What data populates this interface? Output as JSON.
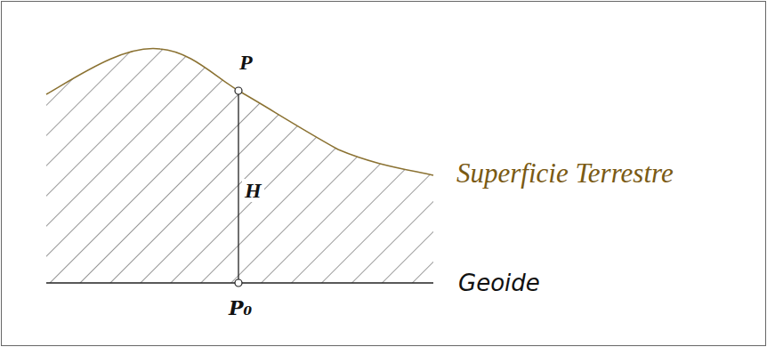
{
  "diagram": {
    "labels": [
      "P",
      "H",
      "P₀",
      "Superficie Terrestre",
      "Geoide"
    ]
  }
}
